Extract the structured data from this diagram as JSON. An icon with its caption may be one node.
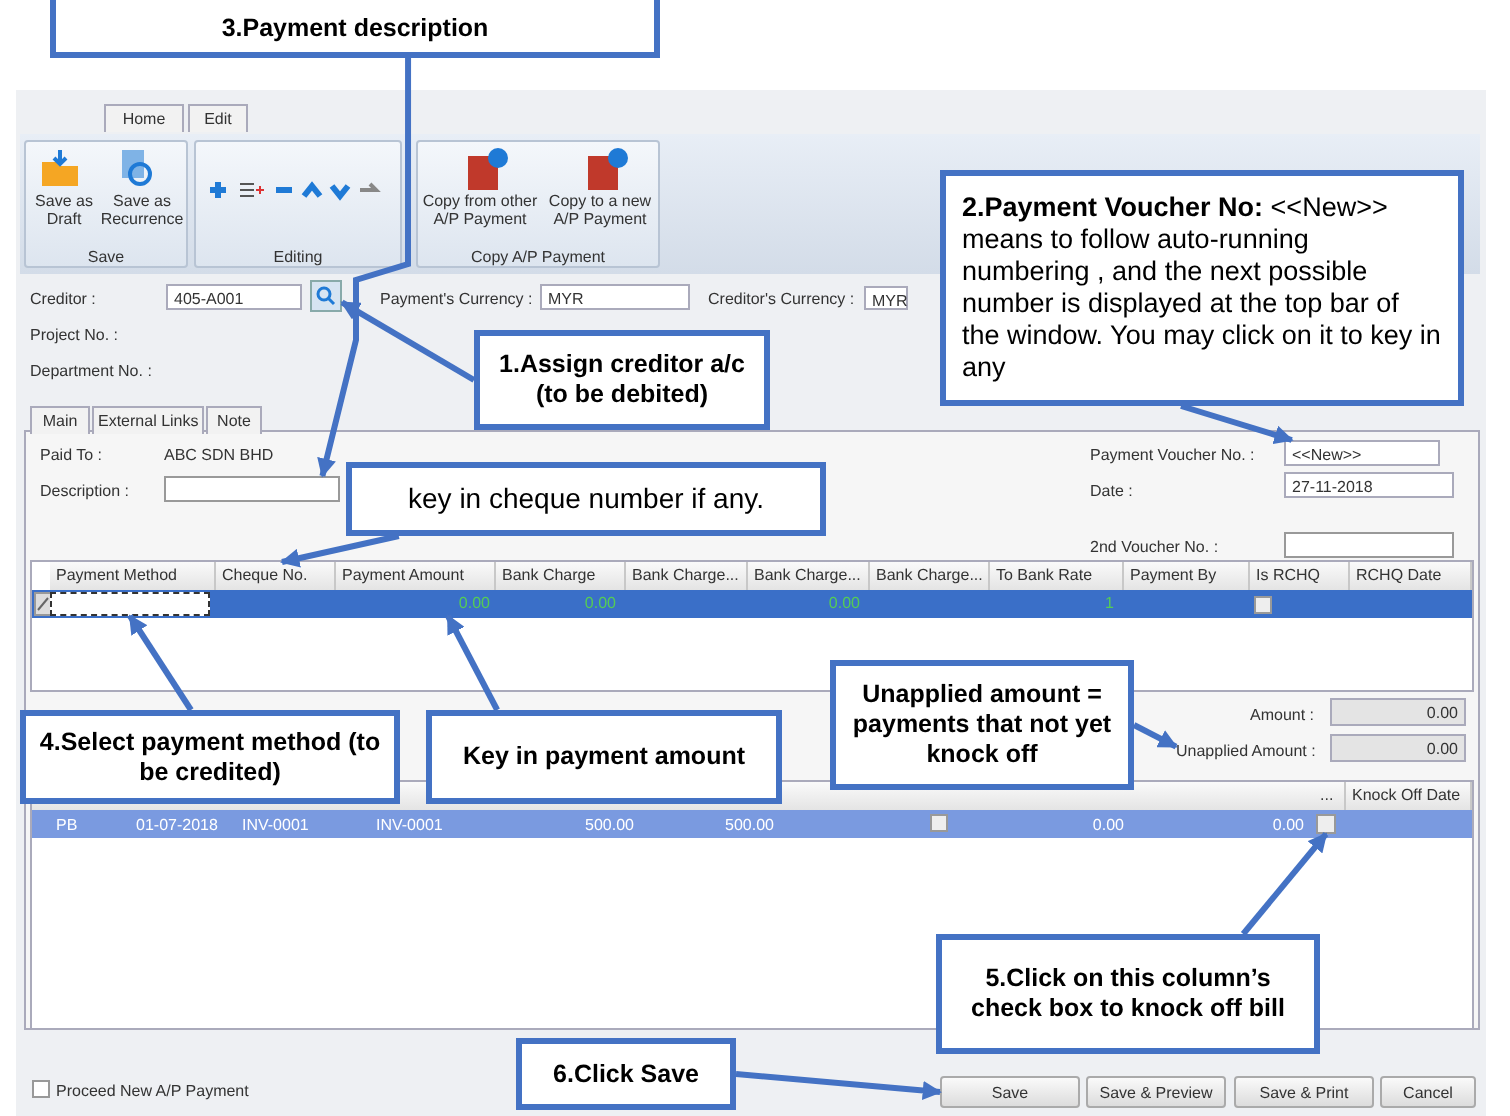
{
  "diagram": {
    "nodes": [
      {
        "text": [
          "3.Payment description"
        ]
      },
      {
        "text": [
          "**2.Payment Voucher No:** <<New>> means to follow auto-running numbering , and the next possible number is displayed at the top bar of the window. You may click on it to key in any"
        ]
      },
      {
        "text": [
          "405-A001"
        ]
      },
      {
        "text": [],
        "shape": "box"
      },
      {
        "text": [
          "MYR"
        ]
      },
      {
        "text": [
          "MYR"
        ]
      },
      {
        "text": [
          "1.Assign creditor a/c (to be debited)"
        ]
      },
      {
        "text": [
          "<<New>>"
        ]
      },
      {
        "text": [],
        "shape": "box"
      },
      {
        "text": [
          "27-11-2018"
        ]
      },
      {
        "text": [
          "key in cheque number if any."
        ]
      },
      {
        "text": [
          "Payment Method"
        ]
      },
      {
        "text": [
          "Cheque No."
        ]
      },
      {
        "text": [
          "Payment Amount"
        ]
      },
      {
        "text": [
          "Bank Charge"
        ]
      },
      {
        "text": [
          "Bank Charge..."
        ]
      },
      {
        "text": [
          "Bank Charge..."
        ]
      },
      {
        "text": [
          "Bank Charge..."
        ]
      },
      {
        "text": [
          "To Bank Rate"
        ]
      },
      {
        "text": [
          "Payment By"
        ]
      },
      {
        "text": [
          "Is RCHQ"
        ]
      },
      {
        "text": [
          "RCHQ Date"
        ]
      },
      {
        "text": [],
        "shape": "box"
      },
      {
        "text": [
          "0.00"
        ]
      },
      {
        "text": [
          "Unapplied amount = payments that not yet knock off"
        ]
      },
      {
        "text": [
          "0.00"
        ]
      },
      {
        "text": [
          "Unapplied Amount :"
        ]
      },
      {
        "text": [
          "0.00"
        ]
      },
      {
        "text": [
          "4.Select payment method (to be credited)"
        ]
      },
      {
        "text": [
          "Key in payment amount"
        ]
      },
      {
        "text": [
          "..."
        ]
      },
      {
        "text": [
          "Knock Off Date"
        ]
      },
      {
        "text": [],
        "shape": "box"
      },
      {
        "text": [
          "5.Click on this column’s check box to knock off bill"
        ]
      },
      {
        "text": [
          "6.Click Save"
        ]
      },
      {
        "text": [
          "Save"
        ]
      },
      {
        "text": [
          "Save & Preview"
        ]
      },
      {
        "text": [
          "Save & Print"
        ]
      },
      {
        "text": [
          "Cancel"
        ]
      },
      {
        "text": [],
        "shape": "box"
      }
    ],
    "edges": [
      {
        "from": 0,
        "to": 8,
        "arrow": "to"
      },
      {
        "from": 1,
        "to": 7,
        "arrow": "to"
      },
      {
        "from": 6,
        "to": 3,
        "arrow": "to"
      },
      {
        "from": 10,
        "to": 12,
        "arrow": "to"
      },
      {
        "from": 24,
        "to": 26,
        "arrow": "to"
      },
      {
        "from": 28,
        "to": 22,
        "arrow": "to"
      },
      {
        "from": 29,
        "to": 23,
        "arrow": "to"
      },
      {
        "from": 33,
        "to": 32,
        "arrow": "to"
      },
      {
        "from": 34,
        "to": 35,
        "arrow": "to"
      }
    ],
    "labels": [
      "Home",
      "Edit",
      "Save as Draft",
      "Save as Recurrence",
      "Save",
      "Editing",
      "Copy from other A/P Payment",
      "Copy to a new A/P Payment",
      "Copy A/P Payment",
      "Creditor :",
      "Payment's Currency :",
      "Creditor's Currency :",
      "Project No. :",
      "Department No. :",
      "Main",
      "External Links",
      "Note",
      "Paid To :",
      "ABC SDN BHD",
      "Description :",
      "Payment Voucher No. :",
      "Date :",
      "2nd Voucher No. :",
      "0.00",
      "0.00",
      "1",
      "Amount :",
      "PB",
      "01-07-2018",
      "INV-0001",
      "INV-0001",
      "500.00",
      "500.00",
      "0.00",
      "0.00",
      "Proceed New A/P Payment"
    ]
  }
}
